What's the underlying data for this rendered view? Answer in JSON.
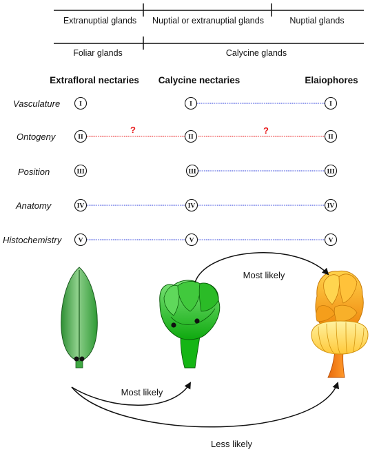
{
  "header_row1": {
    "left": "Extranuptial glands",
    "middle": "Nuptial or extranuptial glands",
    "right": "Nuptial glands"
  },
  "header_row2": {
    "left": "Foliar glands",
    "right": "Calycine glands"
  },
  "columns": {
    "extrafloral": "Extrafloral nectaries",
    "calycine": "Calycine nectaries",
    "elaiophores": "Elaiophores"
  },
  "rows": [
    {
      "label": "Vasculature",
      "numeral": "I"
    },
    {
      "label": "Ontogeny",
      "numeral": "II"
    },
    {
      "label": "Position",
      "numeral": "III"
    },
    {
      "label": "Anatomy",
      "numeral": "IV"
    },
    {
      "label": "Histochemistry",
      "numeral": "V"
    }
  ],
  "uncertain_marker": "?",
  "arrows": {
    "calycine_to_elaiophore": "Most likely",
    "foliar_to_calycine": "Most likely",
    "foliar_to_elaiophore": "Less likely"
  },
  "colors": {
    "blue_link": "#2b3ddb",
    "red_link": "#e8191b",
    "leaf_green": "#3fa842",
    "calyx_green": "#1fbf1f",
    "flower_orange": "#f7a21a"
  }
}
